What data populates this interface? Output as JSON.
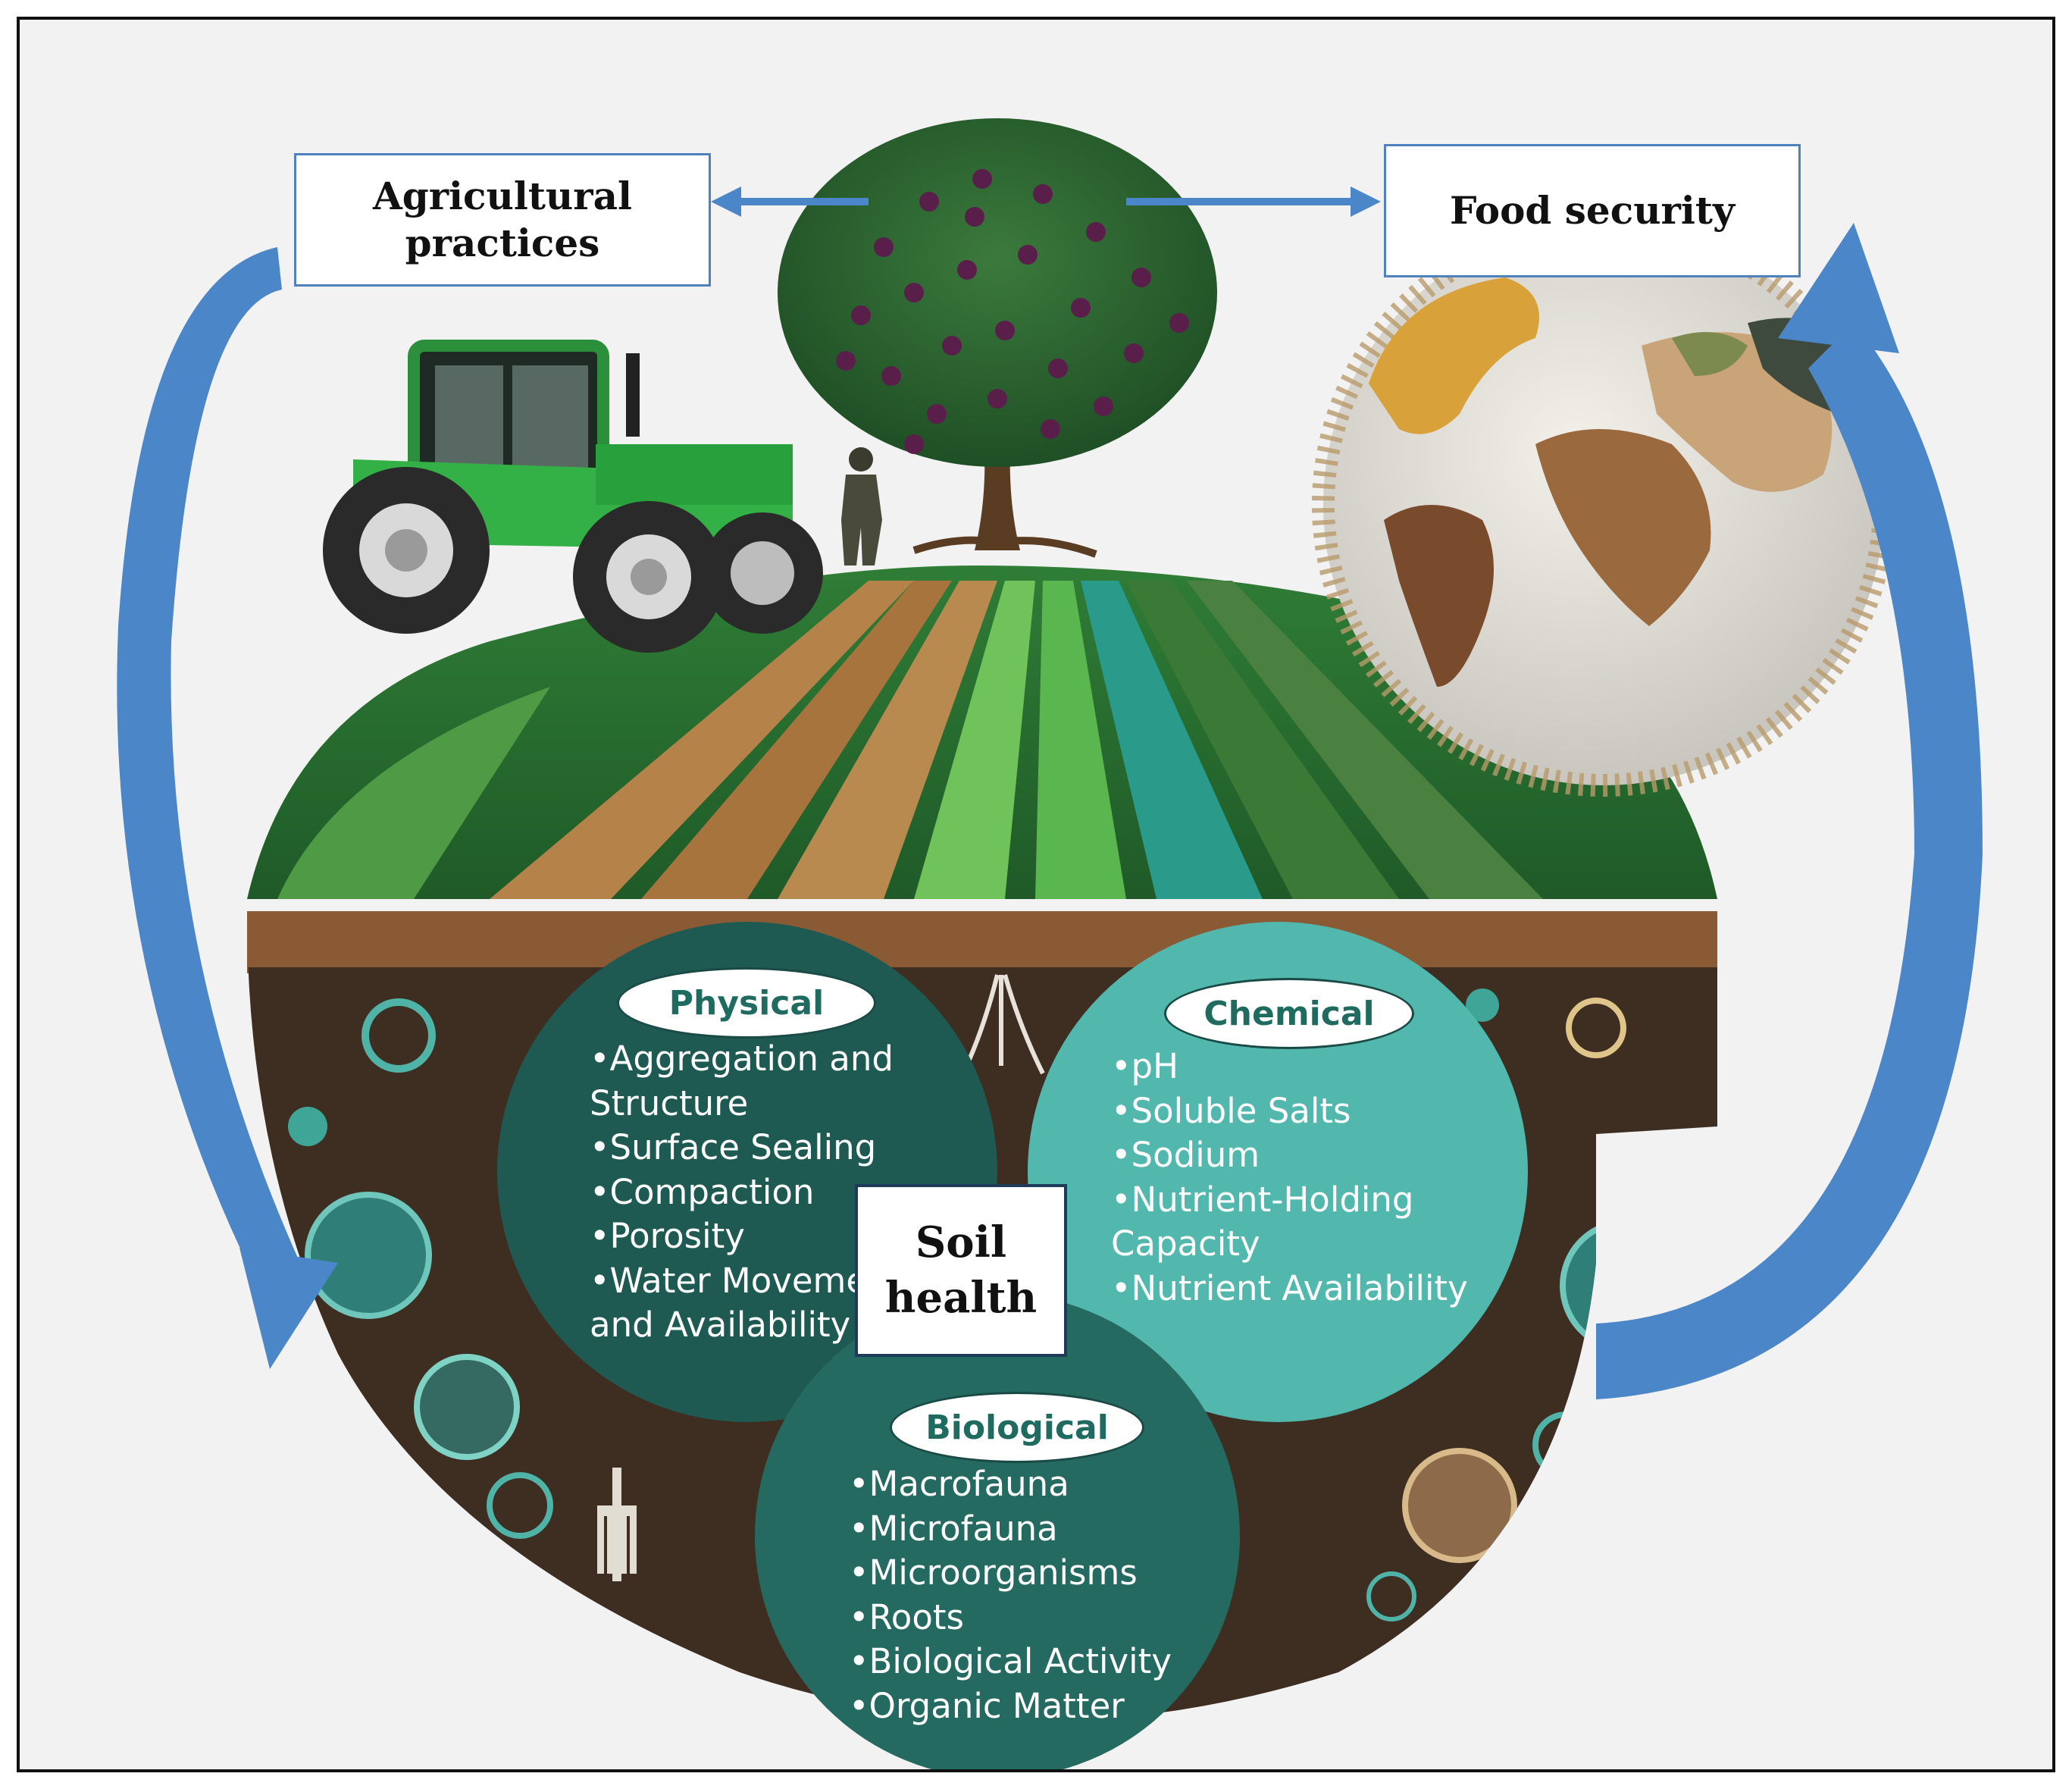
{
  "boxes": {
    "agricultural_practices": "Agricultural practices",
    "food_security": "Food security",
    "soil_health": "Soil health"
  },
  "circles": {
    "physical": {
      "title": "Physical",
      "items": [
        "•Aggregation and",
        "Structure",
        "•Surface Sealing",
        "•Compaction",
        "•Porosity",
        "•Water Moveme",
        "and Availability"
      ]
    },
    "chemical": {
      "title": "Chemical",
      "items": [
        "•pH",
        "•Soluble Salts",
        "•Sodium",
        "•Nutrient-Holding",
        "Capacity",
        "•Nutrient Availability"
      ]
    },
    "biological": {
      "title": "Biological",
      "items": [
        "•Macrofauna",
        "•Microfauna",
        "•Microorganisms",
        "•Roots",
        "•Biological Activity",
        "•Organic Matter"
      ]
    }
  },
  "colors": {
    "arrow": "#4a86c8",
    "physical_circle": "#1e5a52",
    "chemical_circle": "#52b8ae",
    "biological_circle": "#256a60",
    "soil": "#3e2e22",
    "field_green": "#3a8a3a",
    "box_border": "#4f81bd"
  },
  "icons": [
    "tractor-illustration",
    "tree-illustration",
    "grain-globe-illustration",
    "field-illustration",
    "soil-illustration",
    "fork-icon"
  ]
}
